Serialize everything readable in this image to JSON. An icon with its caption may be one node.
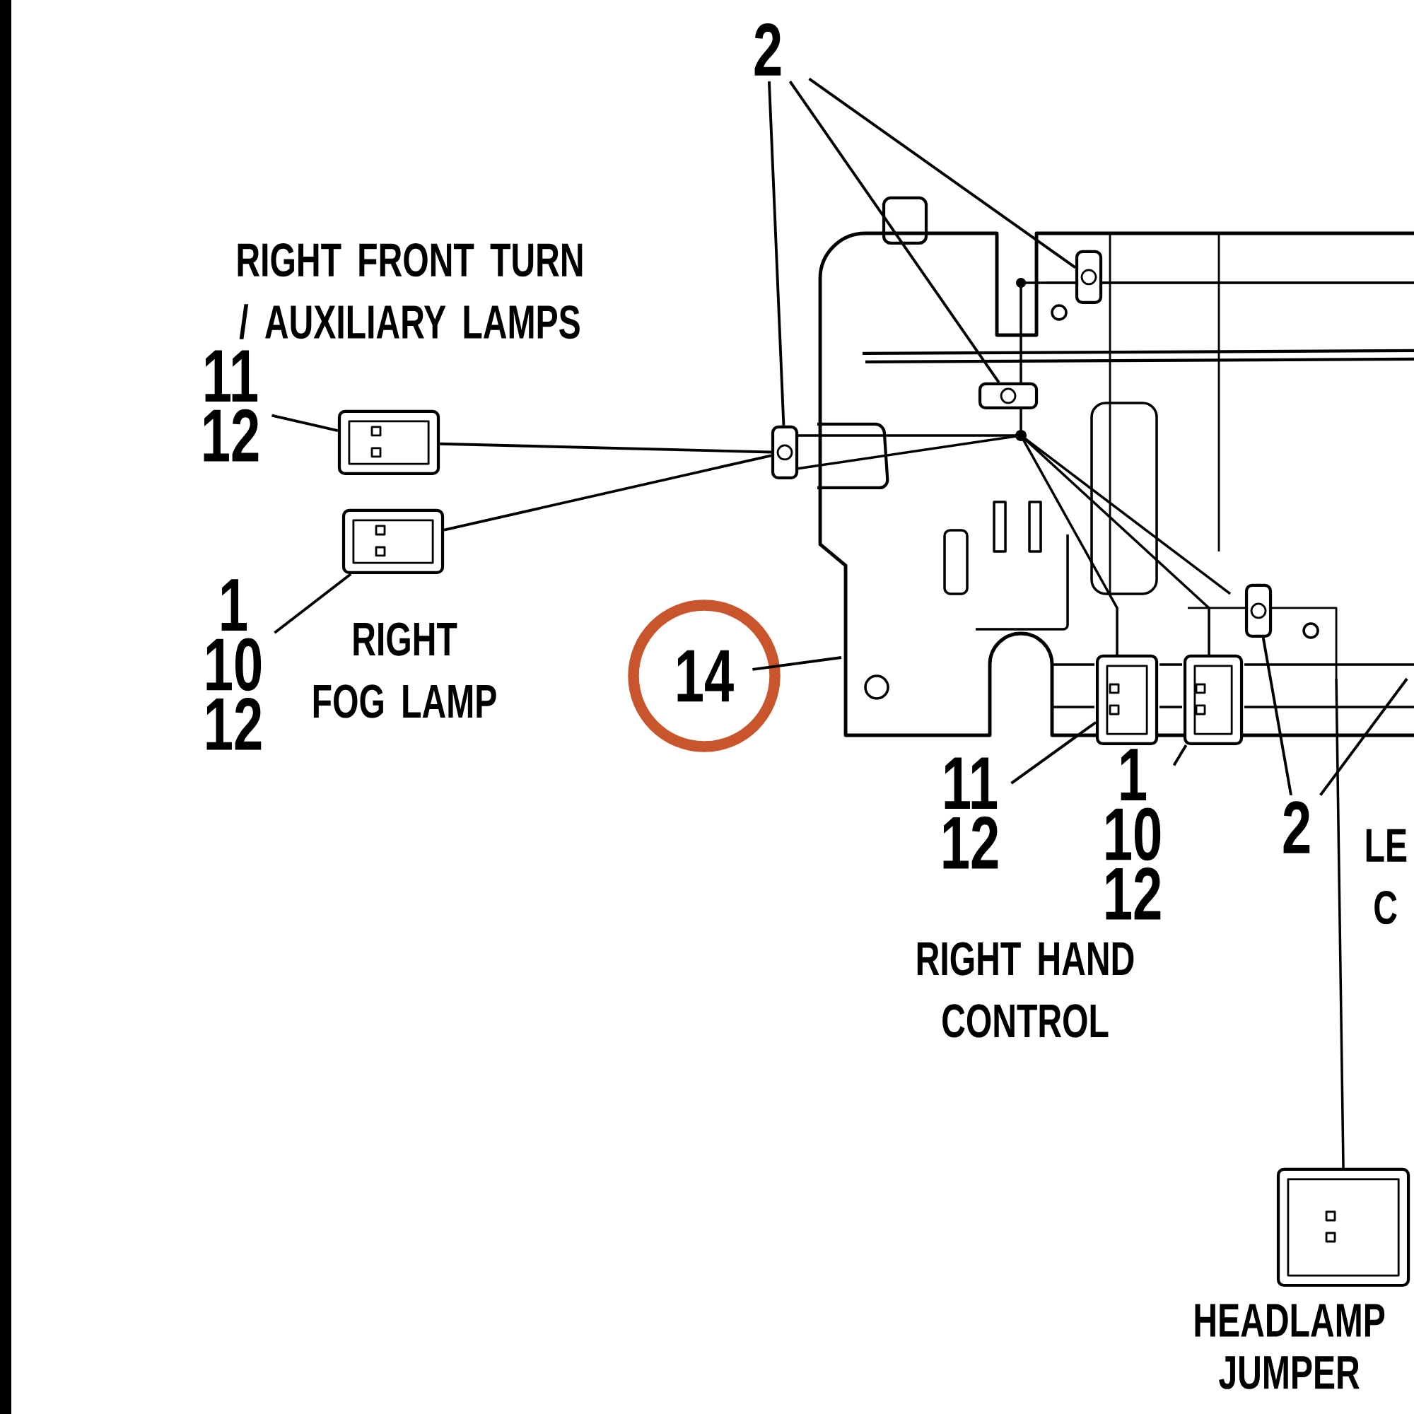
{
  "diagram": {
    "nodes": [
      {
        "text": [
          "2"
        ]
      },
      {
        "text": [
          "11 12"
        ]
      },
      {
        "text": [],
        "shape": "box"
      },
      {
        "text": [
          "1 10 12"
        ]
      },
      {
        "text": [],
        "shape": "box"
      },
      {
        "text": [
          "14"
        ]
      },
      {
        "text": [
          "11 12"
        ]
      },
      {
        "text": [],
        "shape": "box"
      },
      {
        "text": [
          "1 10 12"
        ]
      },
      {
        "text": [],
        "shape": "box"
      },
      {
        "text": [
          "2"
        ]
      },
      {
        "text": [],
        "shape": "box",
        "beside": [
          "HEADLAMP JUMPER"
        ]
      },
      {
        "text": [],
        "shape": "box"
      },
      {
        "text": [],
        "shape": "box"
      },
      {
        "text": [],
        "shape": "box"
      },
      {
        "text": [],
        "shape": "box"
      }
    ],
    "edges": [
      {
        "from": 0,
        "to": 12,
        "arrow": "none"
      },
      {
        "from": 0,
        "to": 13,
        "arrow": "none"
      },
      {
        "from": 0,
        "to": 14,
        "arrow": "none"
      },
      {
        "from": 1,
        "to": 2,
        "arrow": "none"
      },
      {
        "from": 3,
        "to": 4,
        "arrow": "none"
      },
      {
        "from": 5,
        "to": null,
        "arrow": "none"
      },
      {
        "from": 6,
        "to": 7,
        "arrow": "none"
      },
      {
        "from": 8,
        "to": 9,
        "arrow": "none"
      },
      {
        "from": 10,
        "to": 15,
        "arrow": "none"
      },
      {
        "from": 10,
        "to": null,
        "arrow": "none"
      },
      {
        "from": 2,
        "to": 12,
        "arrow": "none"
      },
      {
        "from": 4,
        "to": 12,
        "arrow": "none"
      }
    ],
    "labels": [
      "RIGHT FRONT TURN / AUXILIARY LAMPS",
      "RIGHT FOG LAMP",
      "RIGHT HAND CONTROL",
      "LE C"
    ]
  }
}
